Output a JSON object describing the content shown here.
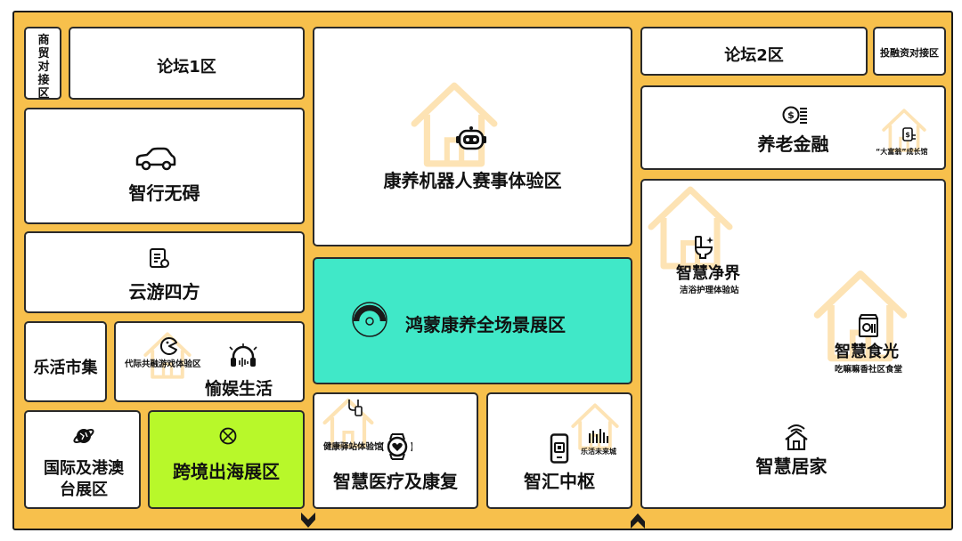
{
  "colors": {
    "floor": "#f7c04c",
    "zone": "#ffffff",
    "outline": "#1a1a1a",
    "featured": "#40e8c8",
    "highlight": "#b8f82a",
    "house_watermark": "#fde3b4"
  },
  "zones": {
    "trade": "商贸对接区",
    "forum1": "论坛1区",
    "mobility": "智行无碍",
    "cloud_tour": "云游四方",
    "market": "乐活市集",
    "entertainment": "愉娱生活",
    "entertainment_sub": "代际共融游戏体验区",
    "international": "国际及港澳台展区",
    "cross_border": "跨境出海展区",
    "robot": "康养机器人赛事体验区",
    "harmony": "鸿蒙康养全场景展区",
    "medical": "智慧医疗及康复",
    "medical_sub": "健康驿站体验馆",
    "hub": "智汇中枢",
    "hub_sub": "乐活未来城",
    "forum2": "论坛2区",
    "invest": "投融资对接区",
    "finance": "养老金融",
    "finance_sub": "“大富翁”成长馆",
    "clean": "智慧净界",
    "clean_sub": "洁浴护理体验站",
    "food": "智慧食光",
    "food_sub": "吃嘛嘛香社区食堂",
    "home": "智慧居家"
  },
  "icons": [
    "car-icon",
    "checklist-location-icon",
    "game-ghost-icon",
    "headphones-icon",
    "globe-icon",
    "world-grid-icon",
    "robot-icon",
    "harmony-logo-icon",
    "heart-watch-icon",
    "smartphone-icon",
    "coins-icon",
    "toilet-icon",
    "food-kiosk-icon",
    "smart-home-wifi-icon",
    "down-arrow-icon",
    "up-arrow-icon",
    "house-watermark-icon"
  ]
}
